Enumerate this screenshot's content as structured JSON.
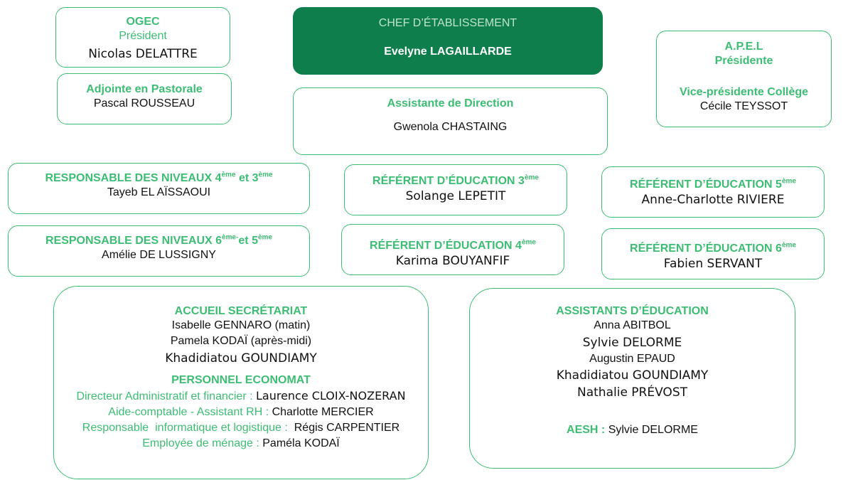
{
  "ogec": {
    "title": "OGEC",
    "role": "Président",
    "name": "Nicolas DELATTRE"
  },
  "pastorale": {
    "title": "Adjointe en Pastorale",
    "name": "Pascal ROUSSEAU"
  },
  "chef": {
    "title": "CHEF D’ÉTABLISSEMENT",
    "name": "Evelyne LAGAILLARDE",
    "bg": "#0e7f4c",
    "title_color": "#bfe3cf"
  },
  "assistante": {
    "title": "Assistante de Direction",
    "name": "Gwenola CHASTAING"
  },
  "apel": {
    "title": "A.P.E.L",
    "role": "Présidente",
    "role2": "Vice-présidente Collège",
    "name": "Cécile TEYSSOT"
  },
  "resp43": {
    "title_main": "RESPONSABLE DES NIVEAUX 4",
    "sup1": "ème",
    "mid": " et 3",
    "sup2": "ème",
    "name": "Tayeb EL AÏSSAOUI"
  },
  "resp65": {
    "title_main": "RESPONSABLE DES NIVEAUX 6",
    "sup1": "ème-",
    "mid": "et 5",
    "sup2": "ème",
    "name": "Amélie DE LUSSIGNY"
  },
  "ref3": {
    "title_main": "RÉFÉRENT D’ÉDUCATION 3",
    "sup": "ème",
    "name": "Solange LEPETIT"
  },
  "ref4": {
    "title_main": "RÉFÉRENT D’ÉDUCATION 4",
    "sup": "ème",
    "name": "Karima BOUYANFIF"
  },
  "ref5": {
    "title_main": "RÉFÉRENT D’ÉDUCATION 5",
    "sup": "ème",
    "name": "Anne-Charlotte RIVIERE"
  },
  "ref6": {
    "title_main": "RÉFÉRENT D’ÉDUCATION 6",
    "sup": "ème",
    "name": "Fabien SERVANT"
  },
  "accueil": {
    "title": "ACCUEIL SECRÉTARIAT",
    "names": [
      "Isabelle GENNARO (matin)",
      "Pamela KODAÏ (après-midi)",
      "Khadidiatou GOUNDIAMY"
    ],
    "economat_title": "PERSONNEL ECONOMAT",
    "economat": [
      {
        "role": "Directeur Administratif et financier : ",
        "name": "Laurence CLOIX-NOZERAN"
      },
      {
        "role": "Aide-comptable - Assistant RH : ",
        "name": "Charlotte MERCIER"
      },
      {
        "role": "Responsable  informatique et logistique :  ",
        "name": "Régis CARPENTIER"
      },
      {
        "role": "Employée de ménage : ",
        "name": "Paméla KODAÏ"
      }
    ]
  },
  "assistants": {
    "title": "ASSISTANTS D’ÉDUCATION",
    "names": [
      "Anna ABITBOL",
      "Sylvie DELORME",
      "Augustin EPAUD",
      "Khadidiatou GOUNDIAMY",
      "Nathalie PRÉVOST"
    ],
    "aesh_label": "AESH : ",
    "aesh_name": "Sylvie DELORME"
  }
}
